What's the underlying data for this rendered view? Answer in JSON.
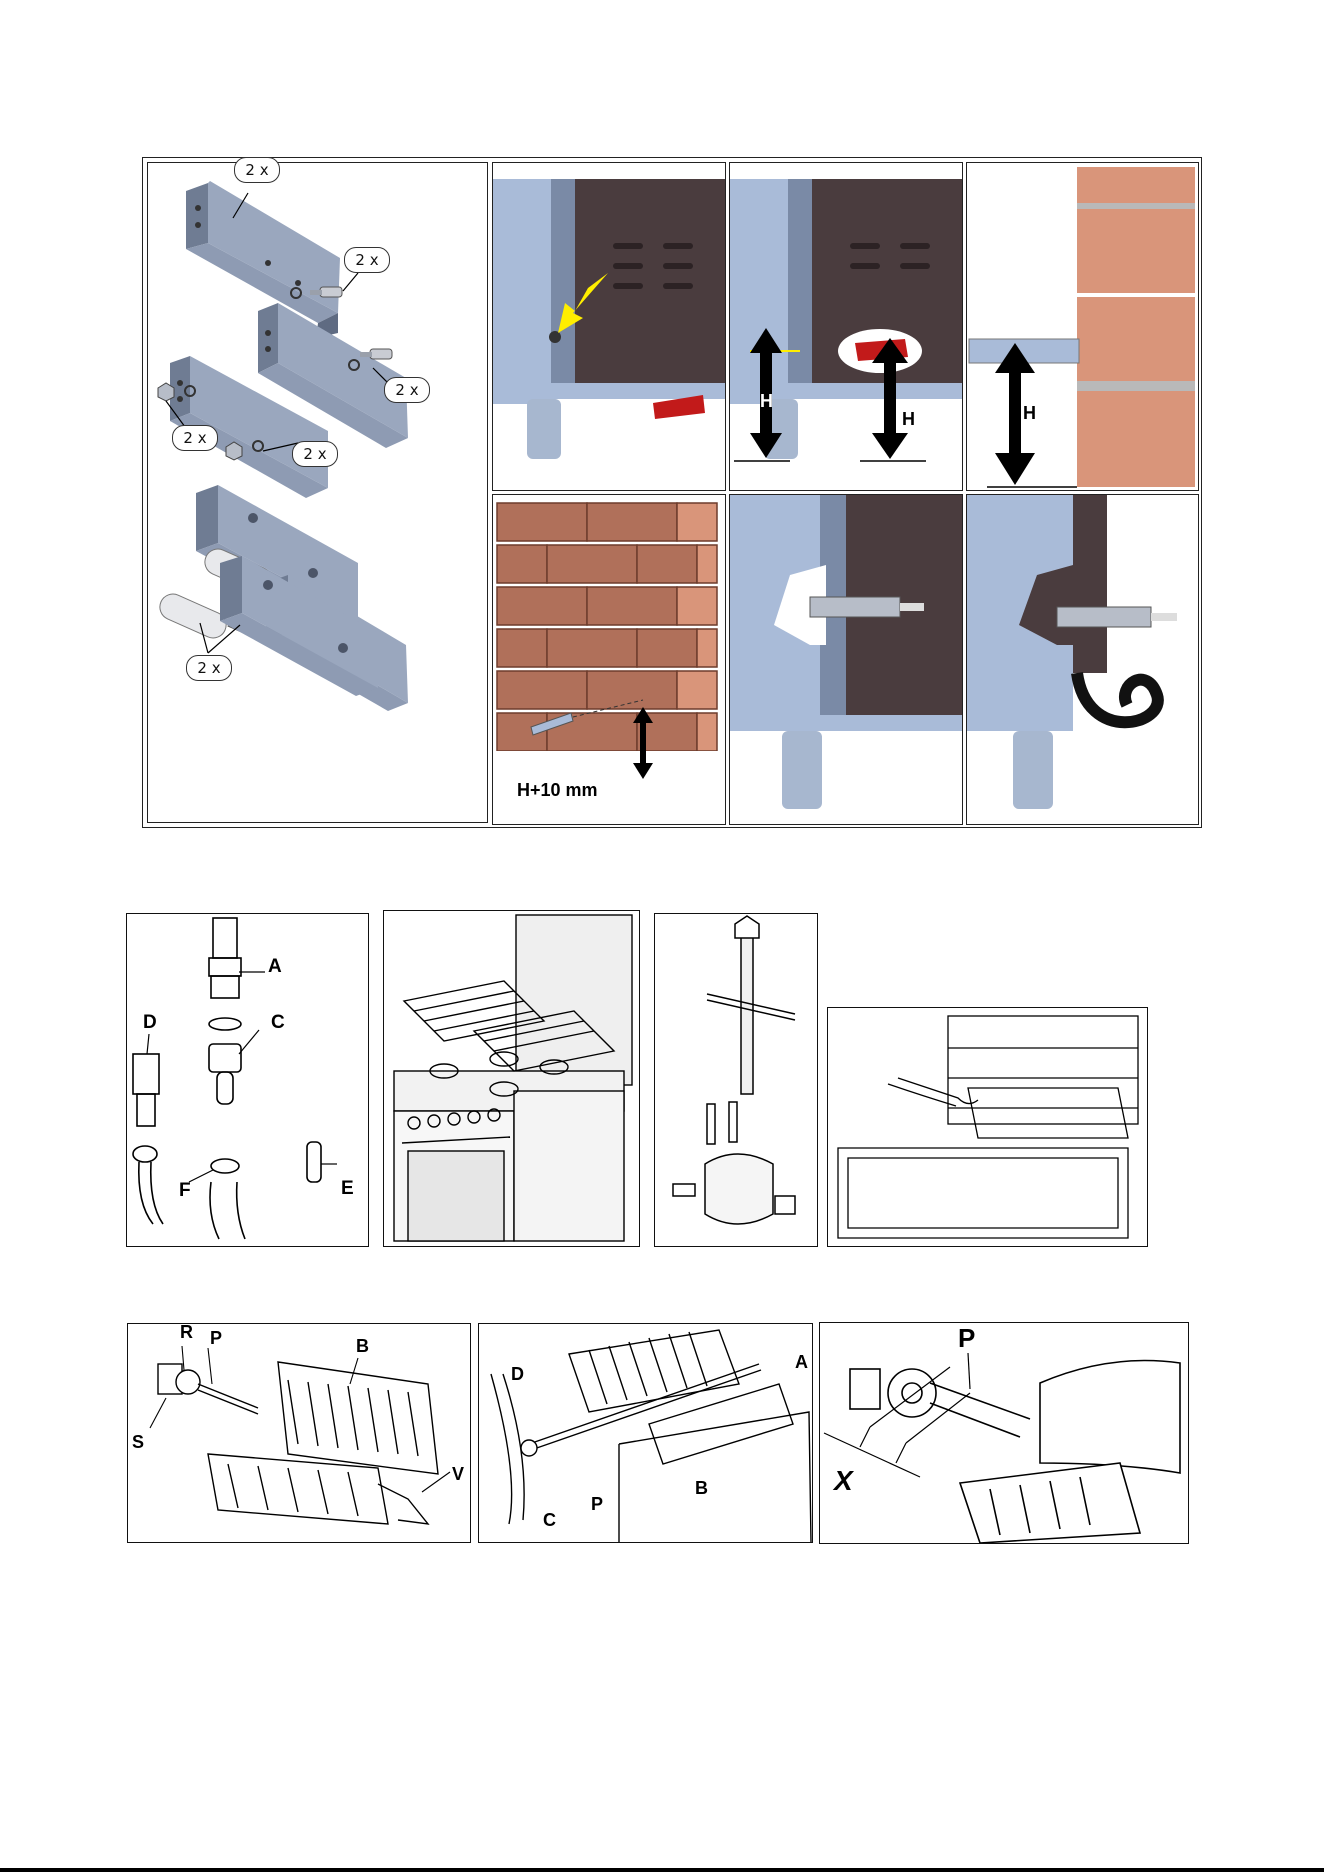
{
  "figure1": {
    "qty_labels": [
      "2 x",
      "2 x",
      "2 x",
      "2 x",
      "2 x",
      "2 x"
    ],
    "height_label": "H",
    "wall_label": "H+10 mm"
  },
  "figure2": {
    "connection_labels": {
      "a": "A",
      "c": "C",
      "d": "D",
      "e": "E",
      "f": "F"
    }
  },
  "figure3": {
    "burner_labels": {
      "r": "R",
      "p": "P",
      "b": "B",
      "s": "S",
      "v": "V"
    },
    "grill_labels": {
      "d": "D",
      "a": "A",
      "c": "C",
      "p": "P",
      "b": "B"
    },
    "detail_labels": {
      "p": "P",
      "x": "X"
    }
  },
  "colors": {
    "steel": "#8e9bb3",
    "steel_dark": "#5f6b82",
    "oven_side": "#a9bbd8",
    "oven_back": "#4a3c3e",
    "brick": "#d9957a",
    "brick_dark": "#b0705a",
    "bracket_red": "#c21a1a",
    "arrow_yellow": "#ffee00"
  }
}
